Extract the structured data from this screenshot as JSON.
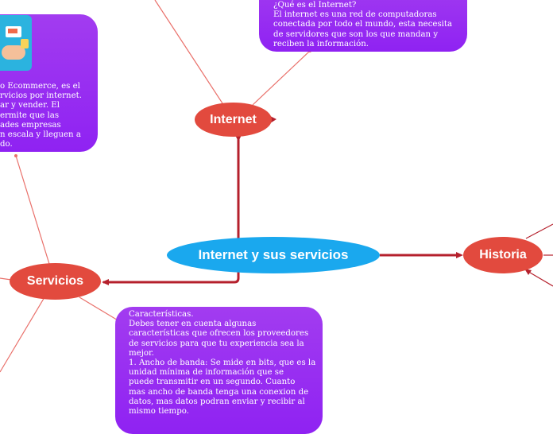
{
  "colors": {
    "central": "#1aa8ee",
    "topic": "#e24a3e",
    "note": "#9a2ef2",
    "connector_main": "#b5202c",
    "connector_leaf": "#e9706a"
  },
  "nodes": {
    "central": "Internet y sus servicios",
    "internet": "Internet",
    "historia": "Historia",
    "servicios": "Servicios"
  },
  "notes": {
    "internet": [
      "¿Qué es el Internet?",
      "El internet es una red de computadoras",
      "conectada por todo el mundo, esta necesita",
      "de servidores que son los que mandan y",
      "reciben la información."
    ],
    "ecommerce": [
      "o Ecommerce, es el",
      "rvicios por internet.",
      "ar y vender. El",
      "ermite que las",
      "ades empresas",
      "n escala y lleguen a",
      "do."
    ],
    "caracteristicas": [
      "Características.",
      "Debes tener en cuenta algunas",
      "características que ofrecen los proveedores",
      "de servicios para que tu experiencia sea la",
      "mejor.",
      "1. Ancho de banda: Se mide en bits, que es la",
      "unidad mínima de información que se",
      "puede transmitir en un segundo. Cuanto",
      "mas ancho de banda tenga una conexion de",
      "datos, mas datos podran enviar y recibir al",
      "mismo tiempo."
    ]
  },
  "ecommerce_image_icon": "ecommerce-illustration-icon"
}
